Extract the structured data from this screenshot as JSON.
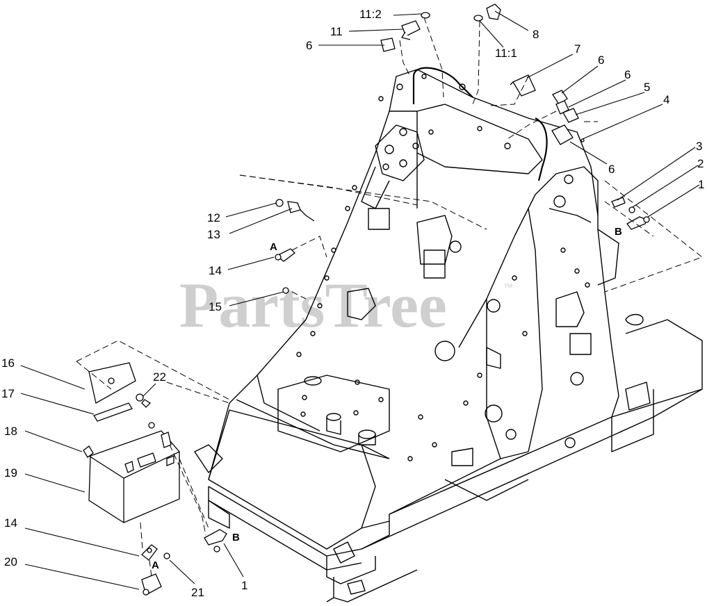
{
  "watermark": {
    "text": "PartsTree",
    "trademark": "™"
  },
  "callouts": [
    {
      "id": "c-11-2",
      "label": "11:2"
    },
    {
      "id": "c-11",
      "label": "11"
    },
    {
      "id": "c-6-top",
      "label": "6"
    },
    {
      "id": "c-8",
      "label": "8"
    },
    {
      "id": "c-11-1",
      "label": "11:1"
    },
    {
      "id": "c-7",
      "label": "7"
    },
    {
      "id": "c-6-a",
      "label": "6"
    },
    {
      "id": "c-6-b",
      "label": "6"
    },
    {
      "id": "c-5",
      "label": "5"
    },
    {
      "id": "c-4",
      "label": "4"
    },
    {
      "id": "c-6-c",
      "label": "6"
    },
    {
      "id": "c-3",
      "label": "3"
    },
    {
      "id": "c-2",
      "label": "2"
    },
    {
      "id": "c-1-top",
      "label": "1"
    },
    {
      "id": "c-12",
      "label": "12"
    },
    {
      "id": "c-13",
      "label": "13"
    },
    {
      "id": "c-14-top",
      "label": "14"
    },
    {
      "id": "c-15",
      "label": "15"
    },
    {
      "id": "c-16",
      "label": "16"
    },
    {
      "id": "c-22",
      "label": "22"
    },
    {
      "id": "c-17",
      "label": "17"
    },
    {
      "id": "c-18",
      "label": "18"
    },
    {
      "id": "c-19",
      "label": "19"
    },
    {
      "id": "c-14-bottom",
      "label": "14"
    },
    {
      "id": "c-20",
      "label": "20"
    },
    {
      "id": "c-21",
      "label": "21"
    },
    {
      "id": "c-1-bottom",
      "label": "1"
    }
  ],
  "connector_letters": [
    {
      "id": "l-a-top",
      "label": "A"
    },
    {
      "id": "l-b-right",
      "label": "B"
    },
    {
      "id": "l-b-bottom",
      "label": "B"
    },
    {
      "id": "l-a-bottom",
      "label": "A"
    }
  ]
}
